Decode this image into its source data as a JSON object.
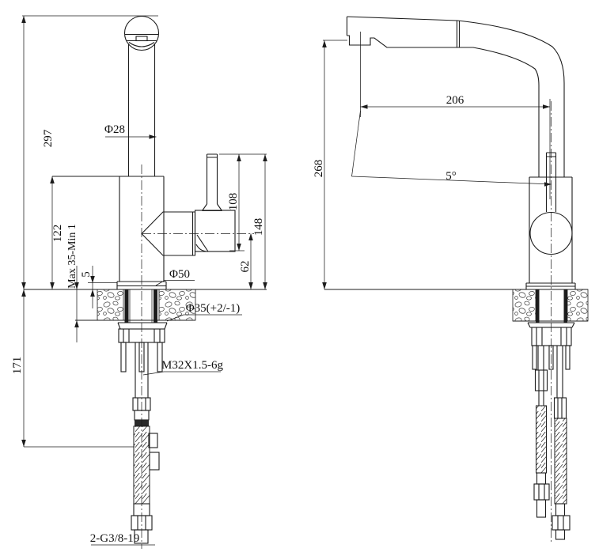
{
  "title": "faucet-technical-drawing",
  "colors": {
    "background": "#ffffff",
    "line": "#1c1c1c",
    "text": "#111111"
  },
  "front_view": {
    "dim_overall_height": "297",
    "dim_body_height": "122",
    "dim_under_counter": "171",
    "dim_counter_thickness": "Max 35-Min 1",
    "dim_flange_gap": "5",
    "dim_spout_diameter": "Φ28",
    "dim_base_diameter": "Φ50",
    "dim_hole_diameter": "Φ35(+2/-1)",
    "dim_shank_thread": "M32X1.5-6g",
    "dim_hose_thread": "2-G3/8-19",
    "dim_handle_height": "108",
    "dim_handle_total": "148",
    "dim_pivot_to_counter": "62"
  },
  "side_view": {
    "dim_spout_reach": "206",
    "dim_spout_height": "268",
    "dim_tilt_angle": "5°"
  }
}
